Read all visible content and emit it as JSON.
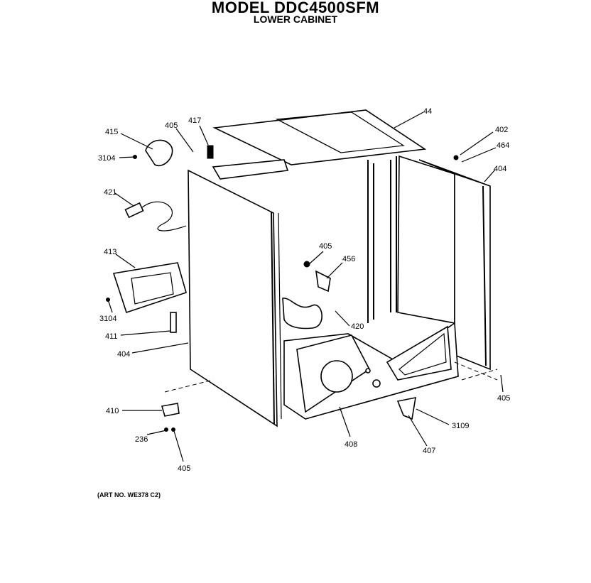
{
  "header": {
    "title": "MODEL DDC4500SFM",
    "subtitle": "LOWER CABINET"
  },
  "footer": {
    "art_number": "(ART NO. WE378 C2)"
  },
  "callouts": {
    "c415": "415",
    "c3104a": "3104",
    "c405a": "405",
    "c417": "417",
    "c44": "44",
    "c402": "402",
    "c464": "464",
    "c404a": "404",
    "c421": "421",
    "c405b": "405",
    "c456": "456",
    "c413": "413",
    "c3104b": "3104",
    "c420": "420",
    "c411": "411",
    "c404b": "404",
    "c405c": "405",
    "c410": "410",
    "c236": "236",
    "c408": "408",
    "c3109": "3109",
    "c407": "407",
    "c405d": "405"
  }
}
